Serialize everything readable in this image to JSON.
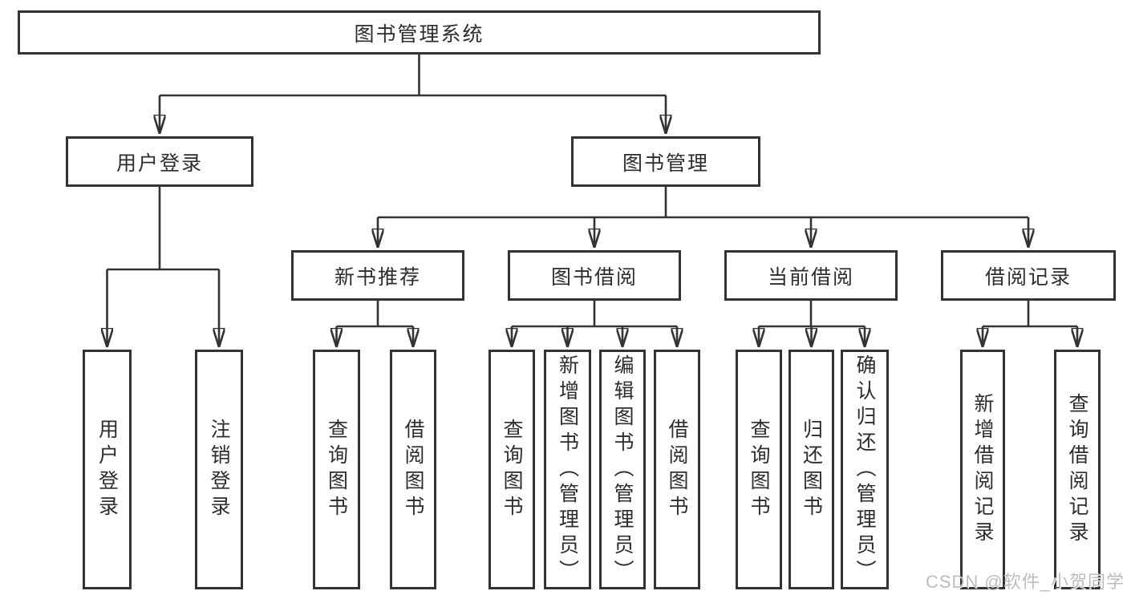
{
  "tree": {
    "root": {
      "label": "图书管理系统"
    },
    "branches": [
      {
        "label": "用户登录",
        "children": [
          {
            "label": "用户登录"
          },
          {
            "label": "注销登录"
          }
        ]
      },
      {
        "label": "图书管理",
        "groups": [
          {
            "label": "新书推荐",
            "children": [
              {
                "label": "查询图书"
              },
              {
                "label": "借阅图书"
              }
            ]
          },
          {
            "label": "图书借阅",
            "children": [
              {
                "label": "查询图书"
              },
              {
                "label": "新增图书（管理员）"
              },
              {
                "label": "编辑图书（管理员）"
              },
              {
                "label": "借阅图书"
              }
            ]
          },
          {
            "label": "当前借阅",
            "children": [
              {
                "label": "查询图书"
              },
              {
                "label": "归还图书"
              },
              {
                "label": "确认归还（管理员）"
              }
            ]
          },
          {
            "label": "借阅记录",
            "children": [
              {
                "label": "新增借阅记录"
              },
              {
                "label": "查询借阅记录"
              }
            ]
          }
        ]
      }
    ]
  },
  "watermark": {
    "text": "CSDN @软件_小贺同学"
  },
  "colors": {
    "line": "#333333",
    "box_border": "#333333",
    "text": "#2d2d2d",
    "watermark": "#b9b9b9",
    "background": "#ffffff"
  }
}
